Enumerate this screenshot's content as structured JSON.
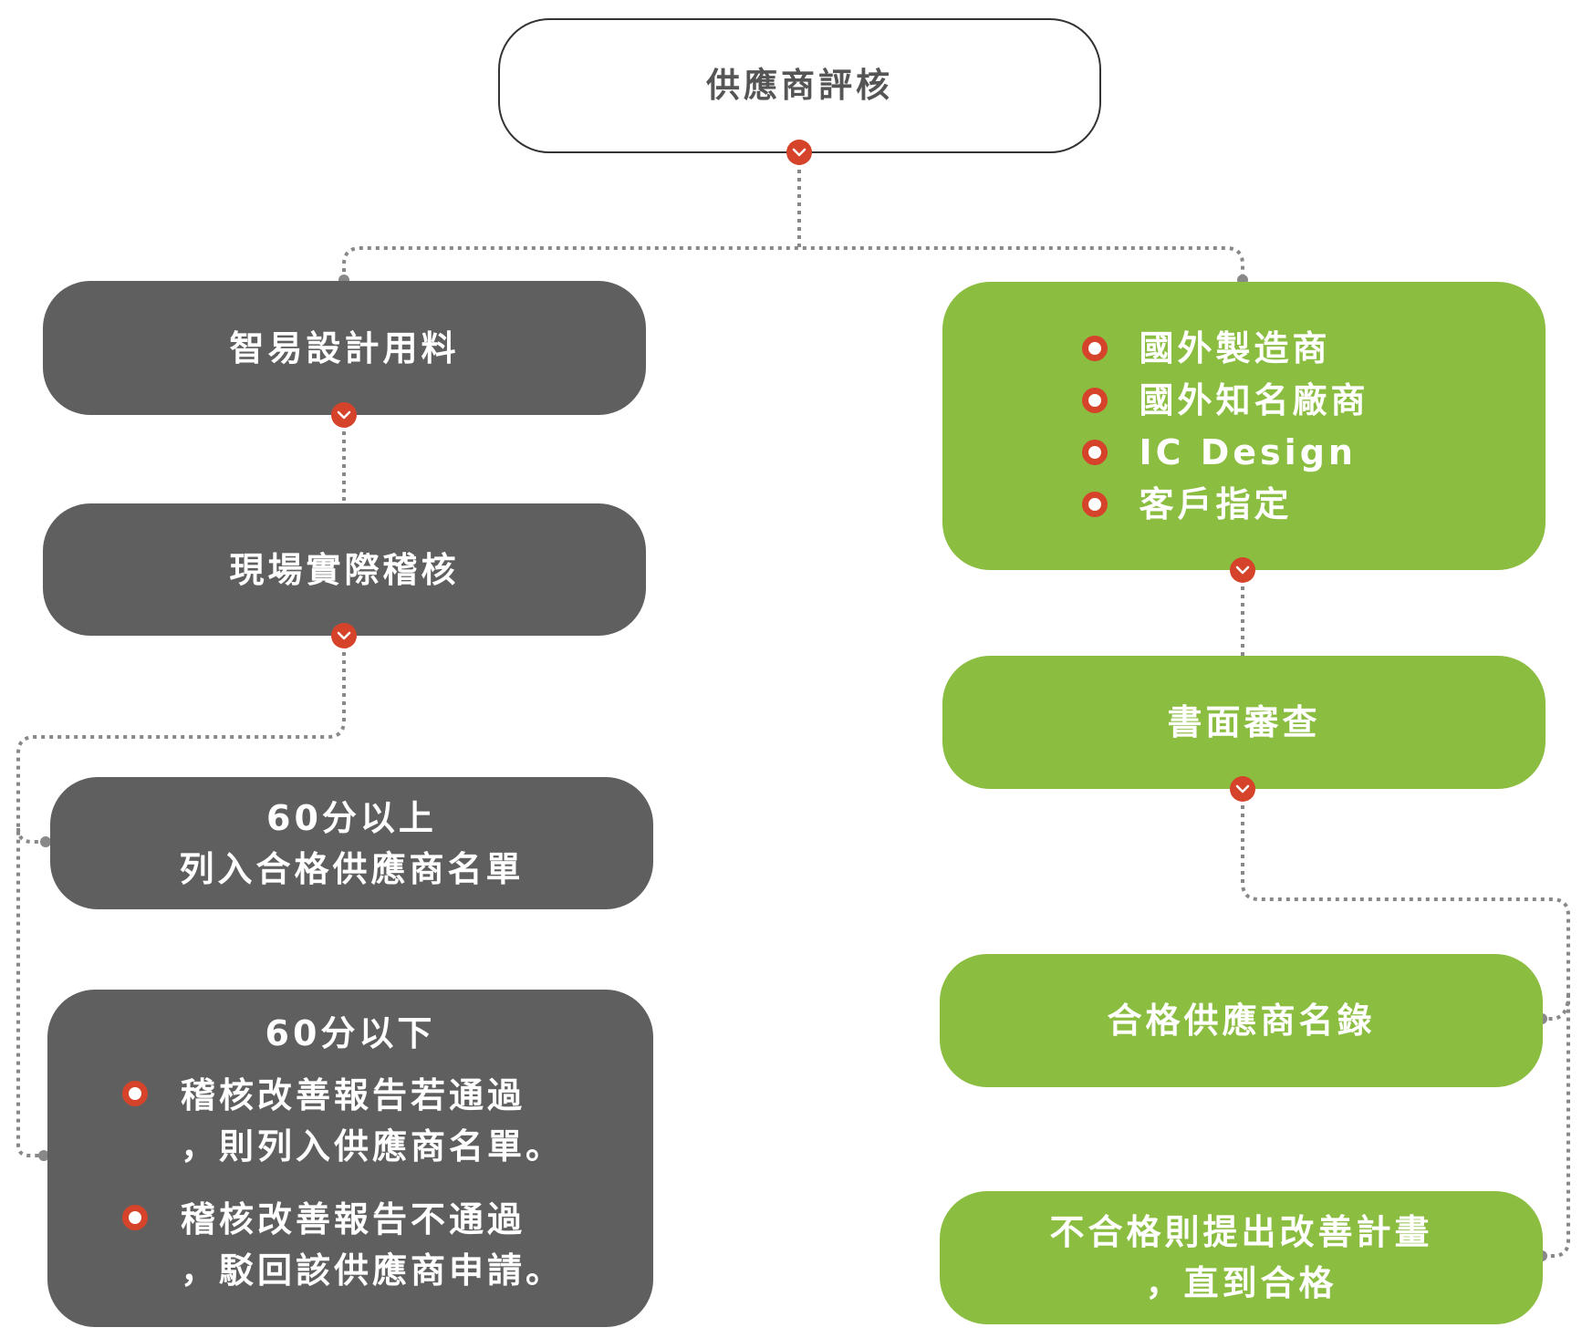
{
  "root": {
    "label": "供應商評核"
  },
  "left": {
    "box1": "智易設計用料",
    "box2": "現場實際稽核",
    "pass": {
      "line1": "60分以上",
      "line2": "列入合格供應商名單"
    },
    "fail": {
      "title": "60分以下",
      "items": [
        {
          "line1": "稽核改善報告若通過",
          "line2": "，則列入供應商名單。"
        },
        {
          "line1": "稽核改善報告不通過",
          "line2": "，駁回該供應商申請。"
        }
      ]
    }
  },
  "right": {
    "categories": [
      "國外製造商",
      "國外知名廠商",
      "IC Design",
      "客戶指定"
    ],
    "review": "書面審查",
    "qualified": "合格供應商名錄",
    "improve": {
      "line1": "不合格則提出改善計畫",
      "line2": "，直到合格"
    }
  },
  "colors": {
    "dark": "#5f5f5f",
    "green": "#8bbd41",
    "accent": "#d5432a",
    "connector": "#888888"
  }
}
